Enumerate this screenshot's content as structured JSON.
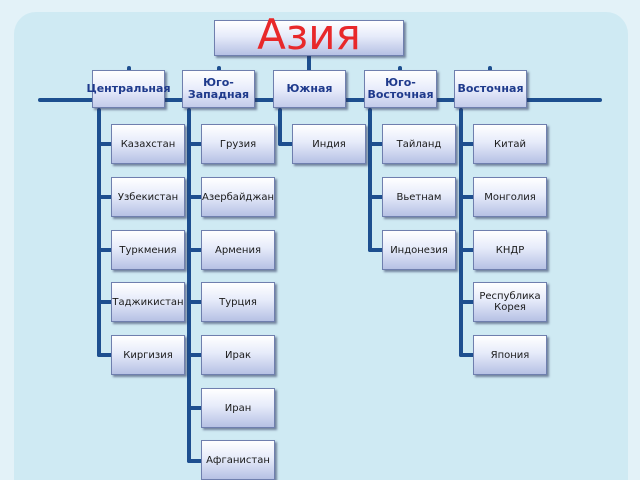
{
  "title": "Азия",
  "regions": [
    {
      "label": "Центральная",
      "countries": [
        "Казахстан",
        "Узбекистан",
        "Туркмения",
        "Таджикистан",
        "Киргизия"
      ]
    },
    {
      "label": "Юго-Западная",
      "countries": [
        "Грузия",
        "Азербайджан",
        "Армения",
        "Турция",
        "Ирак",
        "Иран",
        "Афганистан"
      ]
    },
    {
      "label": "Южная",
      "countries": [
        "Индия"
      ]
    },
    {
      "label": "Юго-Восточная",
      "countries": [
        "Тайланд",
        "Вьетнам",
        "Индонезия"
      ]
    },
    {
      "label": "Восточная",
      "countries": [
        "Китай",
        "Монголия",
        "КНДР",
        "Республика Корея",
        "Япония"
      ]
    }
  ],
  "colors": {
    "title": "#e8282a",
    "region_text": "#1f3a8c",
    "line": "#1d4f8f",
    "panel": "#cfeaf3"
  }
}
